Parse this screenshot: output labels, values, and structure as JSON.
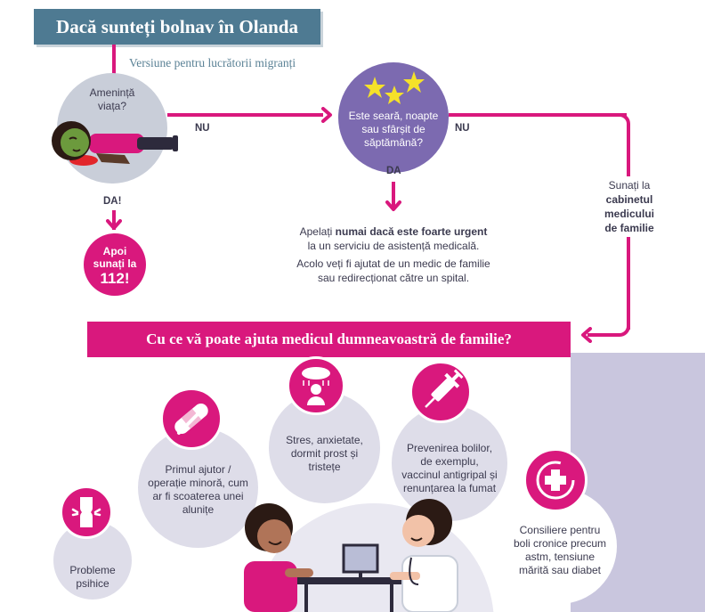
{
  "header": {
    "title": "Dacă sunteți bolnav în Olanda",
    "subtitle": "Versiune pentru lucrătorii migranți"
  },
  "flow": {
    "q1": "Amenință viața?",
    "q1_no": "NU",
    "q1_yes": "DA!",
    "emergency_line1": "Apoi",
    "emergency_line2": "sunați la",
    "emergency_number": "112!",
    "q2": "Este seară, noapte sau sfârșit de săptămână?",
    "q2_no": "NU",
    "q2_yes": "DA",
    "urgent_pre": "Apelați ",
    "urgent_bold": "numai dacă este foarte urgent",
    "urgent_post": "la un serviciu de asistență medicală.",
    "urgent_note": "Acolo veți fi ajutat de un medic de familie sau redirecționat către un spital.",
    "gp_pre": "Sunați la",
    "gp_bold1": "cabinetul",
    "gp_bold2": "medicului",
    "gp_bold3": "de familie"
  },
  "services": {
    "banner": "Cu ce vă poate ajuta medicul dumneavoastră de familie?",
    "items": [
      {
        "text": "Probleme psihice",
        "icon": "bone-joint-icon"
      },
      {
        "text": "Primul ajutor / operație minoră, cum ar fi scoaterea unei alunițe",
        "icon": "bandage-scalpel-icon"
      },
      {
        "text": "Stres, anxietate, dormit prost și tristețe",
        "icon": "person-cloud-icon"
      },
      {
        "text": "Prevenirea bolilor, de exemplu, vaccinul antigripal și renunțarea la fumat",
        "icon": "syringe-icon"
      },
      {
        "text": "Consiliere pentru boli cronice precum astm, tensiune mărită sau diabet",
        "icon": "medical-cross-icon"
      }
    ]
  },
  "colors": {
    "accent": "#d9187d",
    "title_bg": "#4e7a92",
    "purple": "#7c6ab0",
    "lavender": "#c9c6de",
    "star": "#f5e12a"
  }
}
